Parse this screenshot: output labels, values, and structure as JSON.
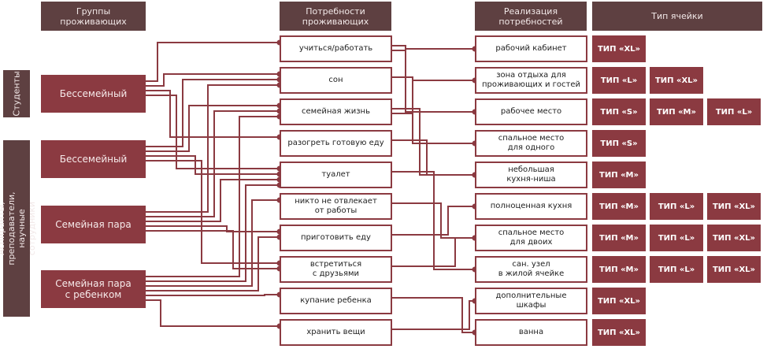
{
  "headers": {
    "groups": "Группы\nпроживающих",
    "needs": "Потребности\nпроживающих",
    "realization": "Реализация\nпотребностей",
    "cell_type": "Тип ячейки"
  },
  "categories": [
    {
      "label": "Студенты"
    },
    {
      "label": "Аспиранты, преподаватели,\nнаучные сотрудники"
    }
  ],
  "groups": [
    {
      "label": "Бессемейный"
    },
    {
      "label": "Бессемейный"
    },
    {
      "label": "Семейная пара"
    },
    {
      "label": "Семейная пара\nс ребенком"
    }
  ],
  "needs": [
    {
      "label": "учиться/работать"
    },
    {
      "label": "сон"
    },
    {
      "label": "семейная жизнь"
    },
    {
      "label": "разогреть готовую еду"
    },
    {
      "label": "туалет"
    },
    {
      "label": "никто не отвлекает\nот работы"
    },
    {
      "label": "приготовить еду"
    },
    {
      "label": "встретиться\nс друзьями"
    },
    {
      "label": "купание ребенка"
    },
    {
      "label": "хранить вещи"
    }
  ],
  "realizations": [
    {
      "label": "рабочий кабинет",
      "types": [
        "ТИП «XL»"
      ]
    },
    {
      "label": "зона отдыха для\nпроживающих и гостей",
      "types": [
        "ТИП «L»",
        "ТИП «XL»"
      ]
    },
    {
      "label": "рабочее место",
      "types": [
        "ТИП «S»",
        "ТИП «M»",
        "ТИП «L»"
      ]
    },
    {
      "label": "спальное место\nдля одного",
      "types": [
        "ТИП «S»"
      ]
    },
    {
      "label": "небольшая\nкухня-ниша",
      "types": [
        "ТИП «M»"
      ]
    },
    {
      "label": "полноценная кухня",
      "types": [
        "ТИП «M»",
        "ТИП «L»",
        "ТИП «XL»"
      ]
    },
    {
      "label": "спальное место\nдля двоих",
      "types": [
        "ТИП «M»",
        "ТИП «L»",
        "ТИП «XL»"
      ]
    },
    {
      "label": "сан. узел\nв жилой ячейке",
      "types": [
        "ТИП «M»",
        "ТИП «L»",
        "ТИП «XL»"
      ]
    },
    {
      "label": "дополнительные\nшкафы",
      "types": [
        "ТИП «XL»"
      ]
    },
    {
      "label": "ванна",
      "types": [
        "ТИП «XL»"
      ]
    }
  ],
  "links_group_to_need": [
    [
      0,
      0
    ],
    [
      0,
      1
    ],
    [
      0,
      3
    ],
    [
      0,
      4
    ],
    [
      1,
      1
    ],
    [
      1,
      2
    ],
    [
      1,
      4
    ],
    [
      1,
      7
    ],
    [
      2,
      1
    ],
    [
      2,
      2
    ],
    [
      2,
      4
    ],
    [
      2,
      6
    ],
    [
      2,
      7
    ],
    [
      3,
      2
    ],
    [
      3,
      4
    ],
    [
      3,
      5
    ],
    [
      3,
      6
    ],
    [
      3,
      8
    ],
    [
      3,
      9
    ]
  ],
  "links_need_to_real": [
    [
      0,
      2
    ],
    [
      1,
      3
    ],
    [
      2,
      4
    ],
    [
      3,
      4
    ],
    [
      4,
      7
    ],
    [
      5,
      6
    ],
    [
      6,
      5
    ],
    [
      7,
      6
    ],
    [
      8,
      9
    ],
    [
      9,
      8
    ],
    [
      0,
      0
    ],
    [
      2,
      1
    ]
  ],
  "colors": {
    "header": "#5e4041",
    "accent": "#8b3a41",
    "line": "#8b3a41"
  }
}
